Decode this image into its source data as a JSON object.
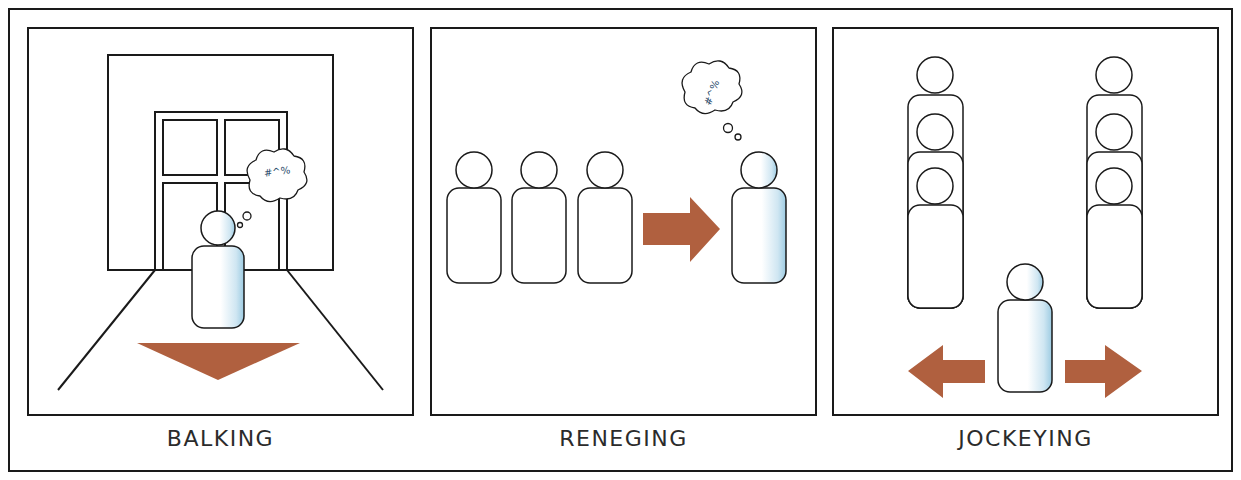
{
  "diagram": {
    "nodes": [
      {
        "text": [
          "BALKING"
        ]
      },
      {
        "text": [
          "RENEGING"
        ]
      },
      {
        "text": [
          "JOCKEYING"
        ]
      }
    ],
    "labels": [
      "#^%",
      "#^%"
    ]
  }
}
